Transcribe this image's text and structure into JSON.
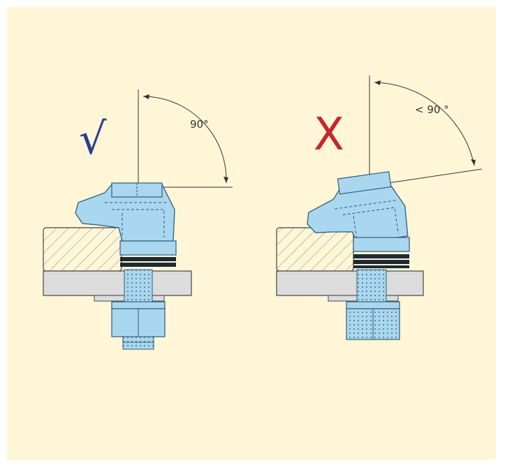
{
  "labels": {
    "correct_mark": "√",
    "correct_angle": "90°",
    "wrong_mark": "X",
    "wrong_angle": "< 90 °"
  },
  "colors": {
    "background": "#fef6d7",
    "part_fill": "#a9d7ef",
    "part_stroke": "#2f5d78",
    "workpiece_fill": "#dcdcdc",
    "correct_mark": "#2b3f8f",
    "wrong_mark": "#c8252c"
  },
  "icons": {
    "correct": "checkmark-icon",
    "wrong": "cross-icon"
  }
}
